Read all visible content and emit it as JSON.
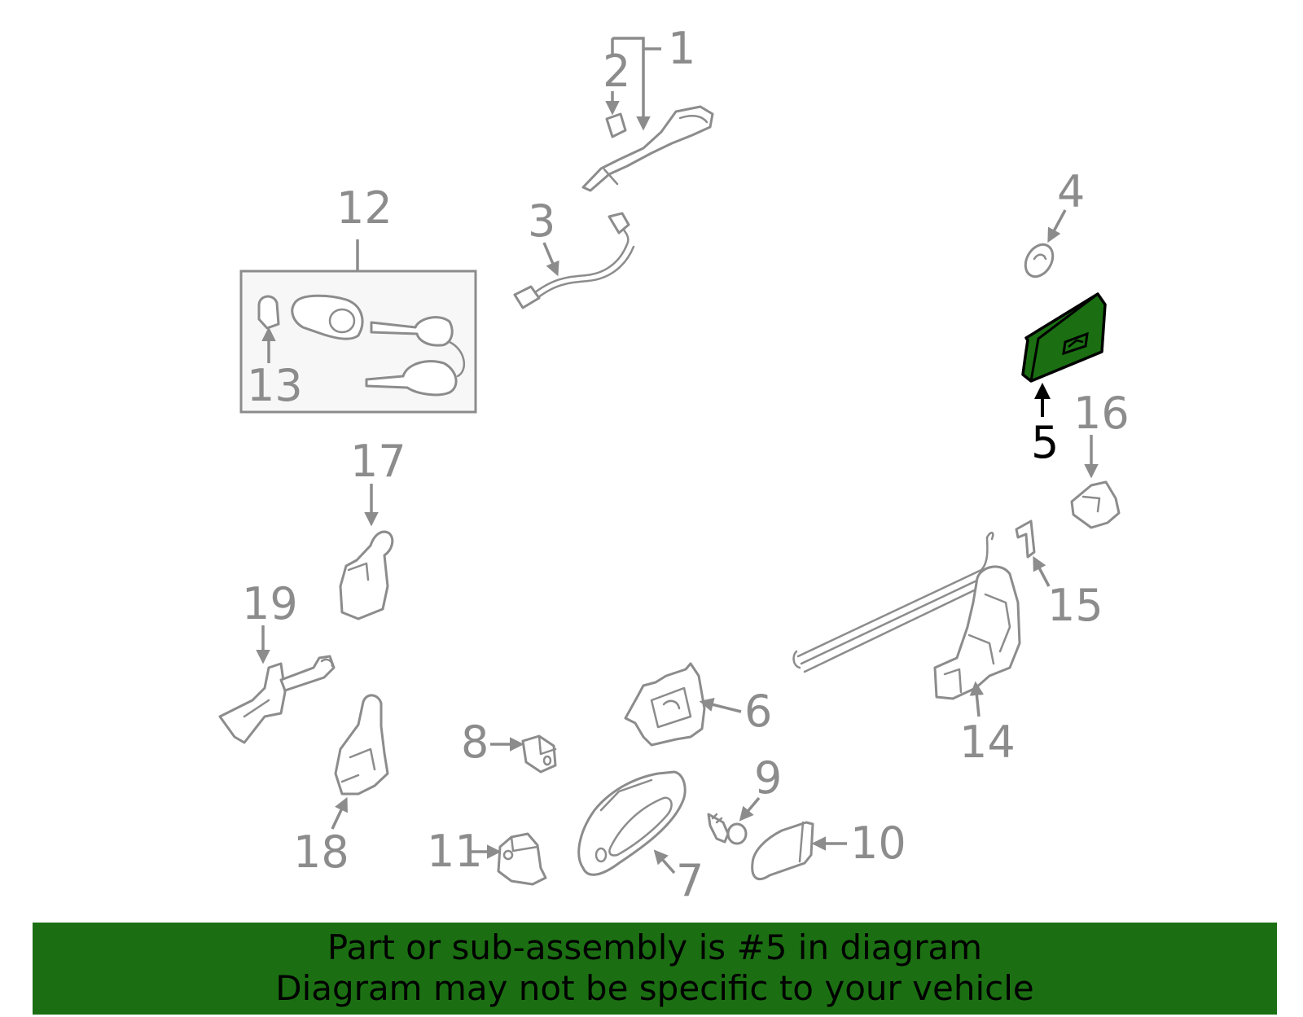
{
  "diagram": {
    "callouts": [
      "1",
      "2",
      "3",
      "4",
      "5",
      "6",
      "7",
      "8",
      "9",
      "10",
      "11",
      "12",
      "13",
      "14",
      "15",
      "16",
      "17",
      "18",
      "19"
    ],
    "highlighted_part": "5",
    "highlight_color": "#1b6f12",
    "line_color": "#8c8c8c"
  },
  "banner": {
    "line1": "Part or sub-assembly is #5 in diagram",
    "line2": "Diagram may not be specific to your vehicle",
    "background": "#1b6f12"
  }
}
